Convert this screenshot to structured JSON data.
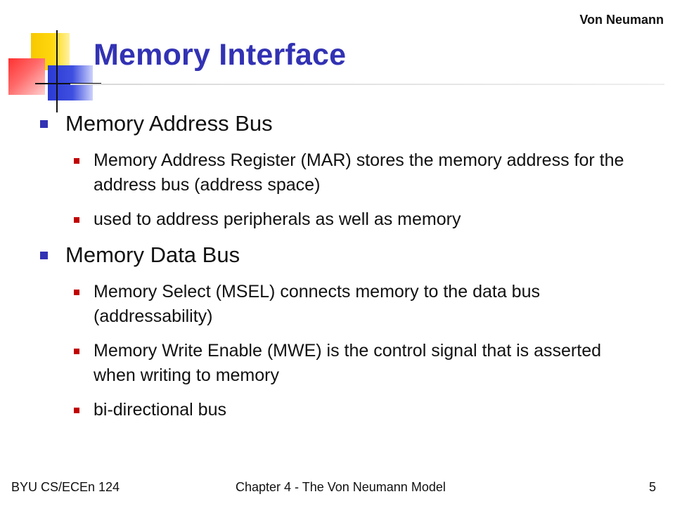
{
  "header": {
    "section_label": "Von Neumann",
    "title": "Memory Interface"
  },
  "body": {
    "items": [
      {
        "text": "Memory Address Bus",
        "children": [
          "Memory Address Register (MAR) stores the memory address for the address bus (address space)",
          "used to address peripherals as well as memory"
        ]
      },
      {
        "text": "Memory Data Bus",
        "children": [
          "Memory Select (MSEL) connects memory to the data bus (addressability)",
          "Memory Write Enable (MWE) is the control signal that is asserted when writing to memory",
          "bi-directional bus"
        ]
      }
    ]
  },
  "footer": {
    "left": "BYU CS/ECEn 124",
    "center": "Chapter 4 - The Von Neumann Model",
    "page_number": "5"
  },
  "colors": {
    "title": "#3232b4",
    "level1_bullet": "#3232b4",
    "level2_bullet": "#c00000",
    "text": "#111111"
  },
  "icons": {
    "level1_bullet": "square-bullet-icon",
    "level2_bullet": "small-square-bullet-icon"
  }
}
